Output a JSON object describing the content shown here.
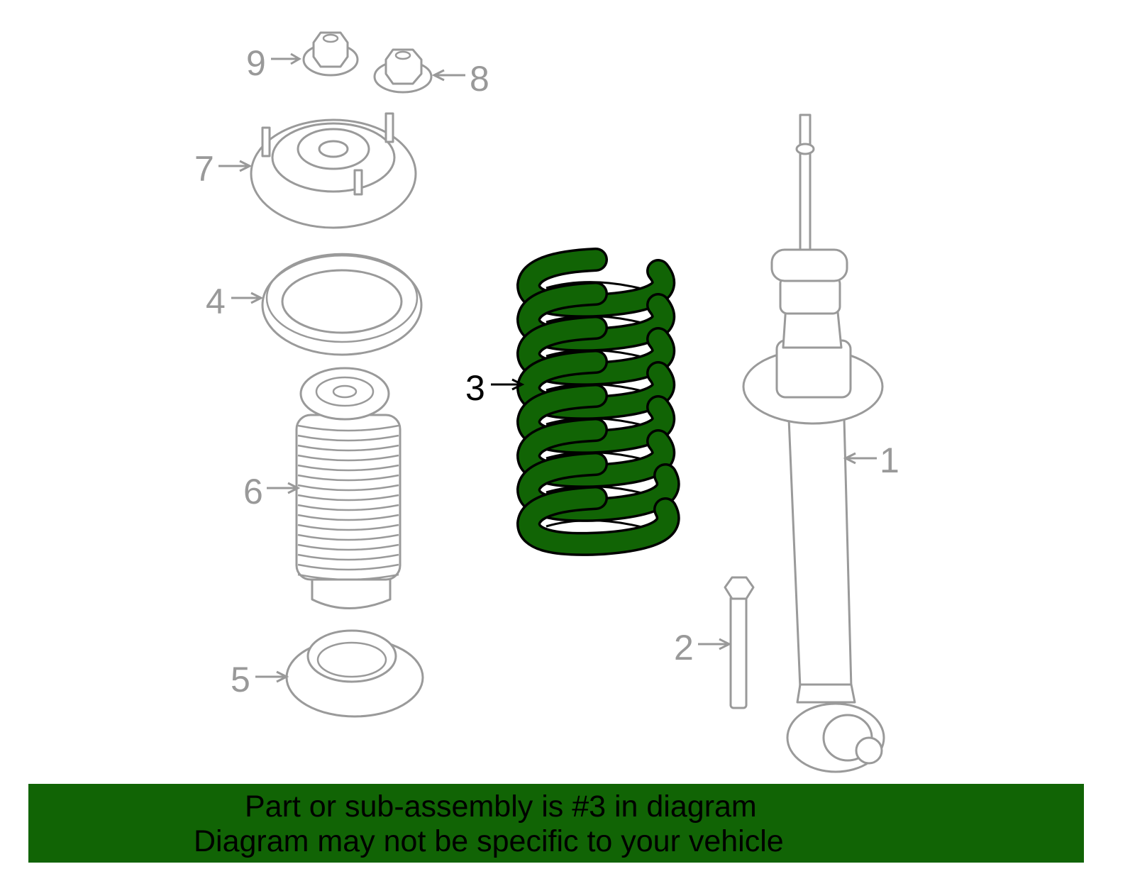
{
  "callouts": {
    "p1": "1",
    "p2": "2",
    "p3": "3",
    "p4": "4",
    "p5": "5",
    "p6": "6",
    "p7": "7",
    "p8": "8",
    "p9": "9"
  },
  "selected_part": "3",
  "colors": {
    "highlight": "#116405",
    "outline": "#9a9a9a"
  },
  "banner": {
    "line1": "Part or sub-assembly is #3 in diagram",
    "line2": "Diagram may not be specific to your vehicle"
  }
}
